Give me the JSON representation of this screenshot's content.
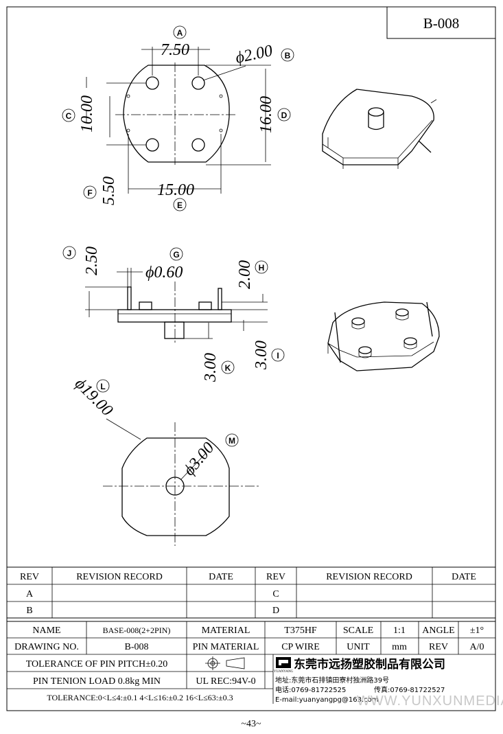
{
  "drawing_code": "B-008",
  "page_number": "~43~",
  "watermark": "WWW.YUNXUNMEDIA.COM",
  "dimensions": {
    "A": {
      "label": "A",
      "value": "7.50"
    },
    "B": {
      "label": "B",
      "value": "ϕ2.00"
    },
    "C": {
      "label": "C",
      "value": "10.00"
    },
    "D": {
      "label": "D",
      "value": "16.00"
    },
    "E": {
      "label": "E",
      "value": "15.00"
    },
    "F": {
      "label": "F",
      "value": "5.50"
    },
    "G": {
      "label": "G",
      "value": "ϕ0.60"
    },
    "H": {
      "label": "H",
      "value": "2.00"
    },
    "I": {
      "label": "I",
      "value": "3.00"
    },
    "J": {
      "label": "J",
      "value": "2.50"
    },
    "K": {
      "label": "K",
      "value": "3.00"
    },
    "L": {
      "label": "L",
      "value": "ϕ19.00"
    },
    "M": {
      "label": "M",
      "value": "ϕ3.00"
    }
  },
  "revision_table": {
    "headers": [
      "REV",
      "REVISION RECORD",
      "DATE",
      "REV",
      "REVISION RECORD",
      "DATE"
    ],
    "rows": [
      [
        "A",
        "",
        "",
        "C",
        "",
        ""
      ],
      [
        "B",
        "",
        "",
        "D",
        "",
        ""
      ]
    ]
  },
  "title_block": {
    "name_label": "NAME",
    "name_value": "BASE-008(2+2PIN)",
    "material_label": "MATERIAL",
    "material_value": "T375HF",
    "scale_label": "SCALE",
    "scale_value": "1:1",
    "angle_label": "ANGLE",
    "angle_value": "±1°",
    "drawing_no_label": "DRAWING NO.",
    "drawing_no_value": "B-008",
    "pin_material_label": "PIN MATERIAL",
    "pin_material_value": "CP WIRE",
    "unit_label": "UNIT",
    "unit_value": "mm",
    "rev_label": "REV",
    "rev_value": "A/0",
    "tolerance_pin_pitch": "TOLERANCE OF PIN PITCH±0.20",
    "pin_tension": "PIN TENION LOAD 0.8kg MIN",
    "ul_rec": "UL REC:94V-0",
    "tolerance": "TOLERANCE:0<L≤4:±0.1  4<L≤16:±0.2  16<L≤63:±0.3"
  },
  "company": {
    "name": "东莞市远扬塑胶制品有限公司",
    "logo_text": "YUANYANG",
    "address": "地址:东莞市石排镇田寮村独洲路39号",
    "phone": "电话:0769-81722525",
    "fax": "传真:0769-81722527",
    "email": "E-mail:yuanyangpg@163.com"
  }
}
